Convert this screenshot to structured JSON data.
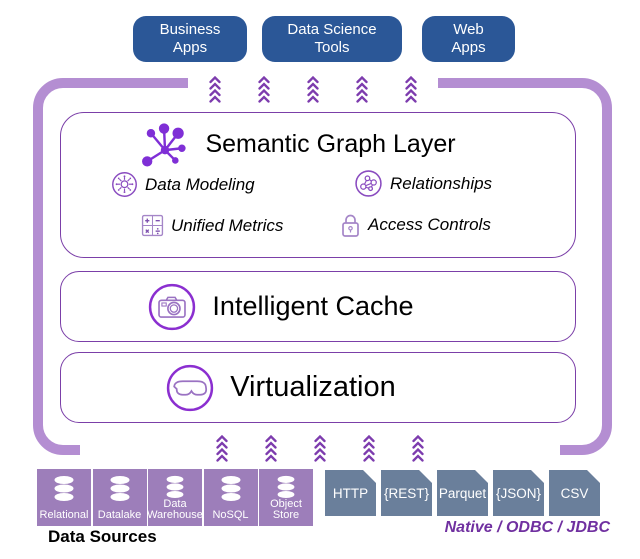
{
  "top_apps": [
    {
      "label": "Business\nApps"
    },
    {
      "label": "Data Science\nTools"
    },
    {
      "label": "Web\nApps"
    }
  ],
  "platform": {
    "semantic_layer": {
      "title": "Semantic Graph Layer",
      "title_icon": "graph-network-icon",
      "features": [
        {
          "label": "Data Modeling",
          "icon": "data-modeling-hub-icon"
        },
        {
          "label": "Relationships",
          "icon": "relationships-network-icon"
        },
        {
          "label": "Unified Metrics",
          "icon": "calculator-icon"
        },
        {
          "label": "Access Controls",
          "icon": "lock-icon"
        }
      ]
    },
    "cache_layer": {
      "title": "Intelligent Cache",
      "icon": "camera-icon"
    },
    "virtualization_layer": {
      "title": "Virtualization",
      "icon": "vr-goggles-icon"
    }
  },
  "data_sources": {
    "heading": "Data Sources",
    "items": [
      {
        "label": "Relational",
        "icon": "database-icon"
      },
      {
        "label": "Datalake",
        "icon": "database-icon"
      },
      {
        "label": "Data\nWarehouse",
        "icon": "database-icon"
      },
      {
        "label": "NoSQL",
        "icon": "database-icon"
      },
      {
        "label": "Object\nStore",
        "icon": "database-icon"
      }
    ]
  },
  "connectors": {
    "items": [
      {
        "label": "HTTP"
      },
      {
        "label": "{REST}"
      },
      {
        "label": "Parquet"
      },
      {
        "label": "{JSON}"
      },
      {
        "label": "CSV"
      }
    ],
    "caption": "Native / ODBC / JDBC"
  },
  "colors": {
    "app_box": "#2b5797",
    "frame": "#b48ed2",
    "layer_border": "#7b3fa8",
    "icon_purple": "#7f2fd6",
    "chevron": "#7d3cae",
    "source_box": "#9d7eba",
    "connector_box": "#6a7f9b",
    "caption_text": "#7030a0"
  }
}
